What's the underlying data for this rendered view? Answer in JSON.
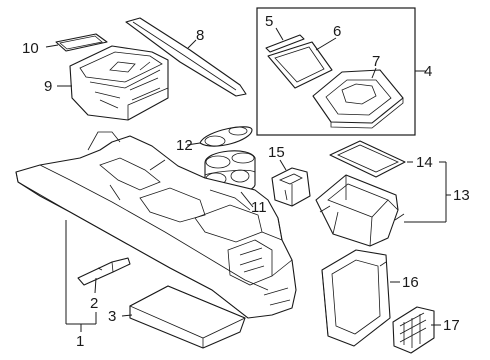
{
  "labels": {
    "c1": "1",
    "c2": "2",
    "c3": "3",
    "c4": "4",
    "c5": "5",
    "c6": "6",
    "c7": "7",
    "c8": "8",
    "c9": "9",
    "c10": "10",
    "c11": "11",
    "c12": "12",
    "c13": "13",
    "c14": "14",
    "c15": "15",
    "c16": "16",
    "c17": "17"
  },
  "colors": {
    "line": "#1a1a1a",
    "background": "#ffffff",
    "shade": "#d9d9d9"
  }
}
